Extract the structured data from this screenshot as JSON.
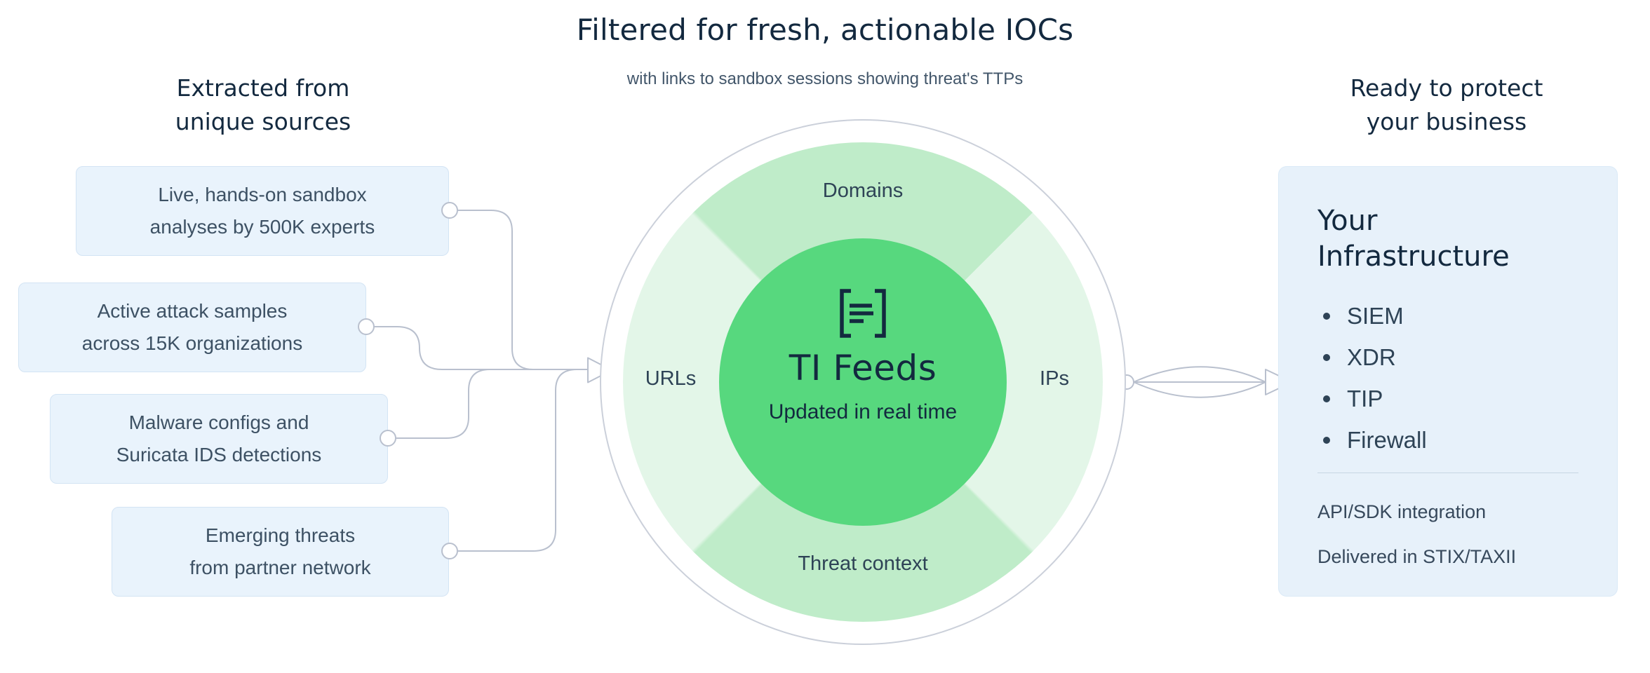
{
  "theme": {
    "navy": "#13293f",
    "subtle-navy": "#42566a",
    "label-navy": "#2e4356",
    "note-navy": "#37495c",
    "box-text": "#3d5164",
    "green-center": "#57d87e",
    "mint-dark": "#bfecc9",
    "mint-light": "#e3f6e8",
    "box-bg": "#e9f3fc",
    "box-border": "#d3e4f4",
    "panel-bg": "#e7f1fa",
    "panel-border": "#dbeaf7",
    "divider": "#c7d6e3",
    "line-gray": "#b9c0ce",
    "ring-gray": "#cbd0da"
  },
  "header": {
    "title": "Filtered for fresh, actionable IOCs",
    "subtitle": "with links to sandbox sessions showing threat's TTPs"
  },
  "sources": {
    "heading_line1": "Extracted from",
    "heading_line2": "unique sources",
    "boxes": [
      {
        "line1": "Live, hands-on sandbox",
        "line2": "analyses by 500K experts"
      },
      {
        "line1": "Active attack samples",
        "line2": "across 15K organizations"
      },
      {
        "line1": "Malware configs and",
        "line2": "Suricata IDS detections"
      },
      {
        "line1": "Emerging threats",
        "line2": "from partner network"
      }
    ]
  },
  "feed": {
    "icon": "feed-list-icon",
    "title": "TI Feeds",
    "subtitle": "Updated in real time",
    "segments": {
      "top": "Domains",
      "left": "URLs",
      "right": "IPs",
      "bottom": "Threat context"
    }
  },
  "destination": {
    "heading_line1": "Ready to protect",
    "heading_line2": "your business",
    "panel": {
      "title_line1": "Your",
      "title_line2": "Infrastructure",
      "bullets": [
        "SIEM",
        "XDR",
        "TIP",
        "Firewall"
      ],
      "notes": [
        "API/SDK integration",
        "Delivered in STIX/TAXII"
      ]
    }
  }
}
